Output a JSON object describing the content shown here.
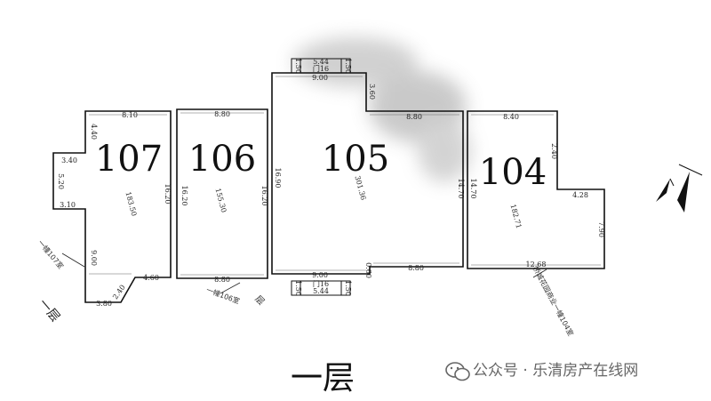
{
  "units": [
    {
      "label": "107",
      "area": "183.50"
    },
    {
      "label": "106",
      "area": "155.30"
    },
    {
      "label": "105",
      "area": "301.36"
    },
    {
      "label": "104",
      "area": "182.71"
    }
  ],
  "dims": {
    "u107_top": "8.10",
    "u107_left1": "4.40",
    "u107_step": "3.40",
    "u107_left2": "5.20",
    "u107_step2": "3.10",
    "u107_left3": "9.00",
    "u107_right": "16.20",
    "u107_bot": "4.60",
    "u107_chamfer": "2.40",
    "u107_botleft": "3.80",
    "u106_top": "8.80",
    "u106_left": "16.20",
    "u106_right": "16.20",
    "u106_bot": "8.80",
    "u105_top": "9.00",
    "u105_notch": "3.60",
    "u105_top2": "8.80",
    "u105_left": "16.90",
    "u105_right": "14.70",
    "u105_bot": "9.00",
    "u105_botnotch": "0.60",
    "u105_bot2": "8.80",
    "u104_top": "8.40",
    "u104_notch": "2.40",
    "u104_right2": "4.28",
    "u104_left": "14.70",
    "u104_right3": "7.90",
    "u104_bot": "12.68",
    "bay_len": "5.44",
    "bay_w": "1.50",
    "bay_inner": "门16"
  },
  "notes": {
    "left_note": "一幢107室",
    "left_floor": "一层",
    "mid_note": "一幢106室",
    "mid_char": "层",
    "right_note": "桥城花园商业一幢104室"
  },
  "title": "一层",
  "watermark": "公众号 · 乐清房产在线网",
  "colors": {
    "line": "#111111",
    "watermark": "#666666"
  }
}
